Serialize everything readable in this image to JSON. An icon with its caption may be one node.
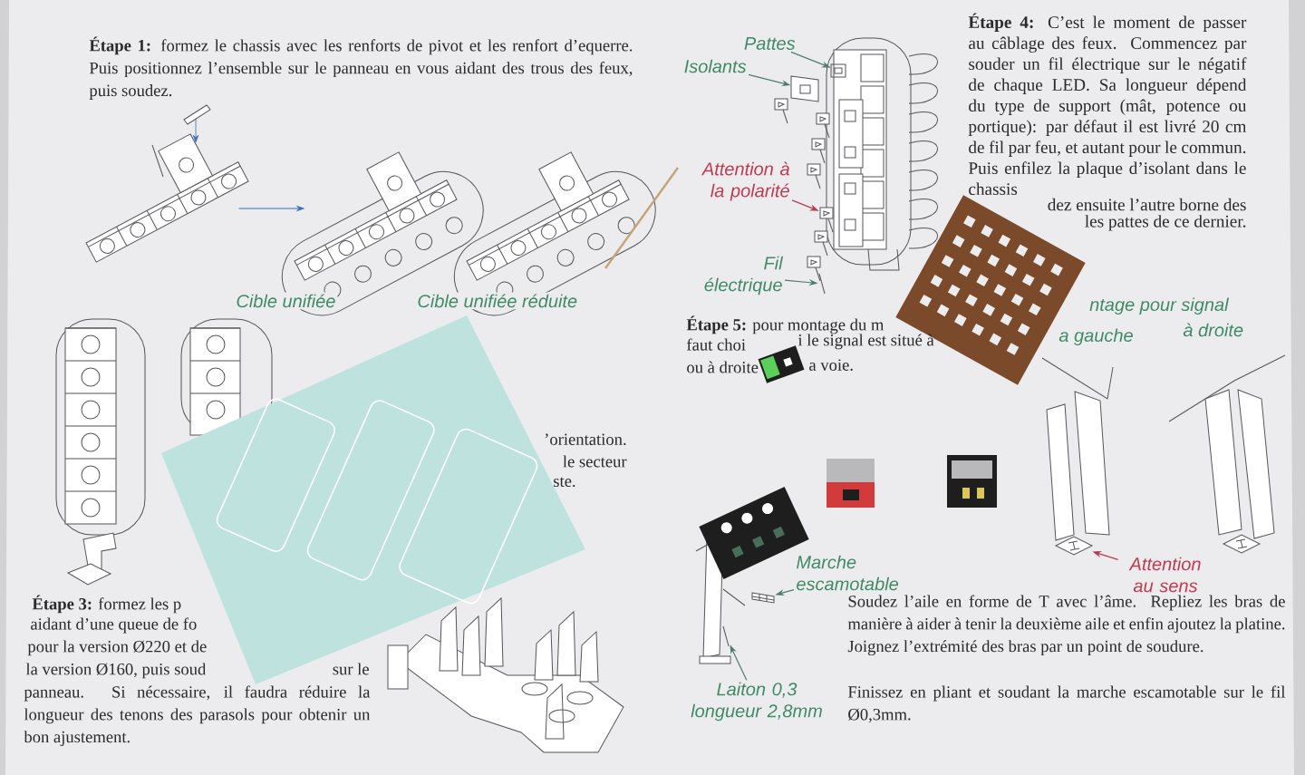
{
  "diagram": {
    "nodes": [
      {
        "text": [
          "Pattes"
        ]
      },
      {
        "text": [],
        "shape": "picture"
      },
      {
        "text": [
          "Isolants"
        ]
      },
      {
        "text": [],
        "shape": "picture"
      },
      {
        "text": [
          "Attention à la polarité"
        ]
      },
      {
        "text": [],
        "shape": "picture"
      },
      {
        "text": [
          "Fil électrique"
        ]
      },
      {
        "text": [],
        "shape": "picture"
      },
      {
        "text": [
          "Marche escamotable"
        ]
      },
      {
        "text": [],
        "shape": "picture"
      },
      {
        "text": [
          "Laiton 0,3 longueur 2,8mm"
        ]
      },
      {
        "text": [],
        "shape": "picture"
      },
      {
        "text": [
          "Attention au sens"
        ]
      },
      {
        "text": [],
        "shape": "picture"
      },
      {
        "text": [],
        "shape": "picture"
      },
      {
        "text": [],
        "shape": "picture"
      }
    ],
    "edges": [
      {
        "from": 0,
        "to": 1,
        "arrow": "to"
      },
      {
        "from": 2,
        "to": 3,
        "arrow": "to"
      },
      {
        "from": 4,
        "to": 5,
        "arrow": "to",
        "color": "#b8384e"
      },
      {
        "from": 6,
        "to": 7,
        "arrow": "to"
      },
      {
        "from": 8,
        "to": 9,
        "arrow": "to"
      },
      {
        "from": 10,
        "to": 11,
        "arrow": "to"
      },
      {
        "from": 12,
        "to": 13,
        "arrow": "to",
        "color": "#b8384e"
      },
      {
        "from": 14,
        "to": 15,
        "arrow": "to",
        "color": "#3a6fb5"
      }
    ],
    "labels": [
      "**Étape 1:** formez le chassis avec les renforts de pivot et les renfort d’equerre. Puis positionnez l’ensemble sur le panneau en vous aidant des trous des feux, puis soudez.",
      "Cible unifiée",
      "Cible unifiée réduite",
      "**Étape 4:** C’est le moment de passer au câblage des feux. Commencez par souder un fil électrique sur le négatif de chaque LED. Sa longueur dépend du type de support (mât, potence ou portique): par défaut il est livré 20 cm de fil par feu, et autant pour le commun. Puis enfilez la plaque d’isolant dans le chassis",
      "dez ensuite l’autre borne des",
      "les pattes de ce dernier.",
      "**Étape 5:** pour montage du m",
      "faut choi",
      "i le signal est situé à",
      "ou à droite",
      "a voie.",
      "ntage pour signal",
      "a gauche",
      "à droite",
      "’orientation.",
      "le secteur",
      "ste.",
      "**Étape 3:** formez les p",
      "aidant d’une queue de fo",
      "pour la version Ø220 et de",
      "la version Ø160, puis soud",
      "sur le",
      "panneau. Si nécessaire, il faudra réduire la longueur des tenons des parasols pour obtenir un bon ajustement.",
      "Soudez l’aile en forme de T avec l’âme. Repliez les bras de manière à aider à tenir la deuxième aile et enfin ajoutez la platine. Joignez l’extrémité des bras par un point de soudure.",
      "Finissez en pliant et soudant la marche escamotable sur le fil Ø0,3mm."
    ]
  }
}
